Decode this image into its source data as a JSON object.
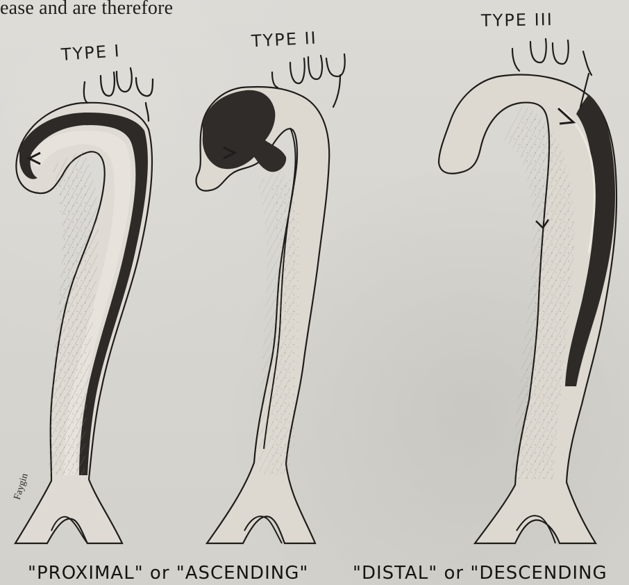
{
  "header_text": "ease and are therefore",
  "labels": {
    "type1": "TYPE I",
    "type2": "TYPE II",
    "type3": "TYPE III"
  },
  "captions": {
    "left": "\"PROXIMAL\" or \"ASCENDING\"",
    "right": "\"DISTAL\" or \"DESCENDING"
  },
  "signature": "Faygin",
  "colors": {
    "paper": "#d8d6d1",
    "ink": "#1d1c1a",
    "dark_fill": "#2d2b29",
    "vessel_fill": "#ddd9d2"
  }
}
